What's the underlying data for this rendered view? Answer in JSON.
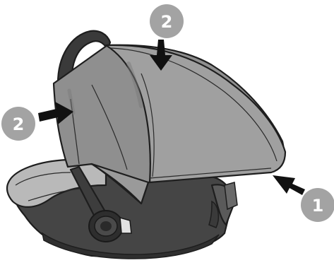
{
  "callouts": [
    {
      "id": "callout-top",
      "label": "2"
    },
    {
      "id": "callout-left",
      "label": "2"
    },
    {
      "id": "callout-right",
      "label": "1"
    }
  ],
  "colors": {
    "canopy_fill": "#8f8f8f",
    "canopy_front": "#9b9b9b",
    "shell_dark": "#3f3f3f",
    "shell_mid": "#5a5a5a",
    "seat_pad": "#b8b8b8",
    "handle": "#3a3a3a",
    "badge": "#a3a3a3",
    "arrow": "#111111"
  },
  "icons": [
    "arrow-icon",
    "number-badge"
  ]
}
